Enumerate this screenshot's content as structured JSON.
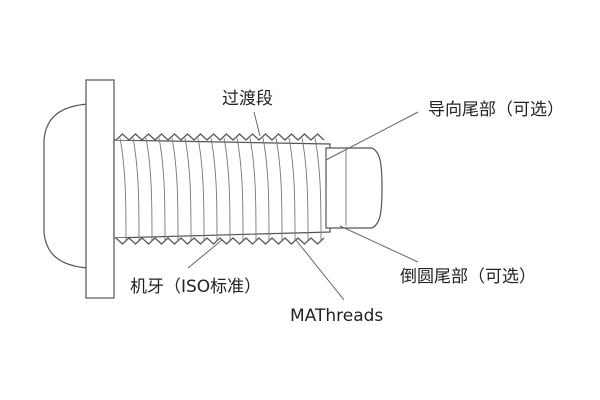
{
  "diagram": {
    "labels": {
      "transition": "过渡段",
      "guide_tail": "导向尾部（可选）",
      "chamfer_tail": "倒圆尾部（可选）",
      "machine_thread": "机牙（ISO标准）",
      "mathreads": "MAThreads"
    },
    "colors": {
      "outline": "#555555",
      "thread": "#777777",
      "text": "#222222"
    }
  }
}
